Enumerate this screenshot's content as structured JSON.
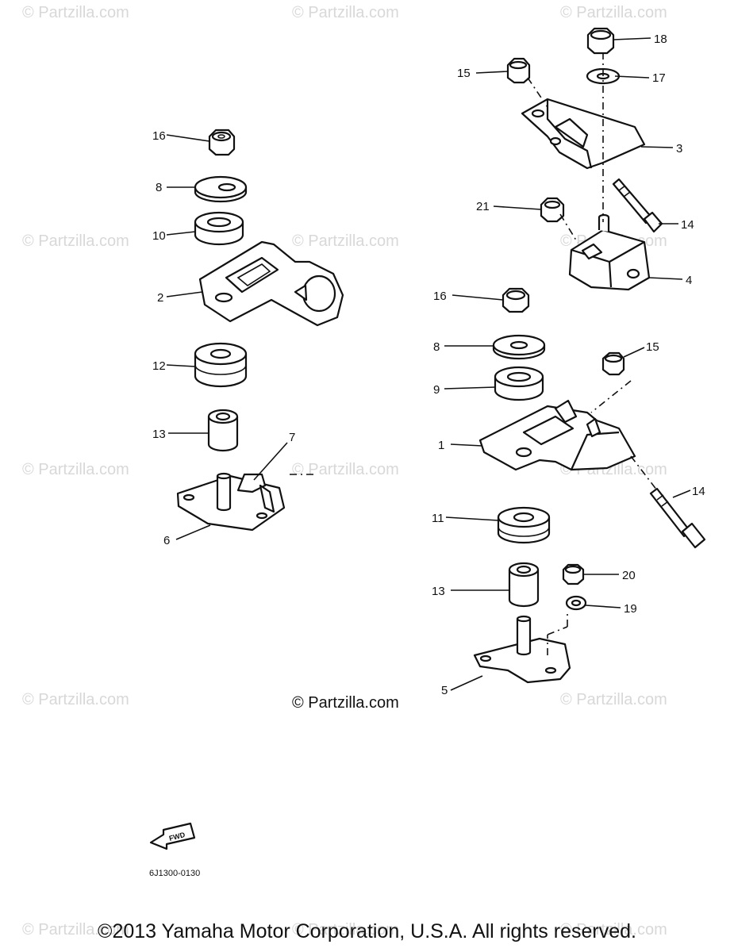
{
  "watermark": "© Partzilla.com",
  "copyright": "©2013  Yamaha Motor Corporation, U.S.A. All rights reserved.",
  "fwd_label": "FWD",
  "diagram_code": "6J1300-0130",
  "callouts": {
    "n1": "1",
    "n2": "2",
    "n3": "3",
    "n4": "4",
    "n5": "5",
    "n6": "6",
    "n7": "7",
    "n8": "8",
    "n9": "9",
    "n10": "10",
    "n11": "11",
    "n12": "12",
    "n13": "13",
    "n14": "14",
    "n15": "15",
    "n16": "16",
    "n17": "17",
    "n18": "18",
    "n19": "19",
    "n20": "20",
    "n21": "21"
  }
}
